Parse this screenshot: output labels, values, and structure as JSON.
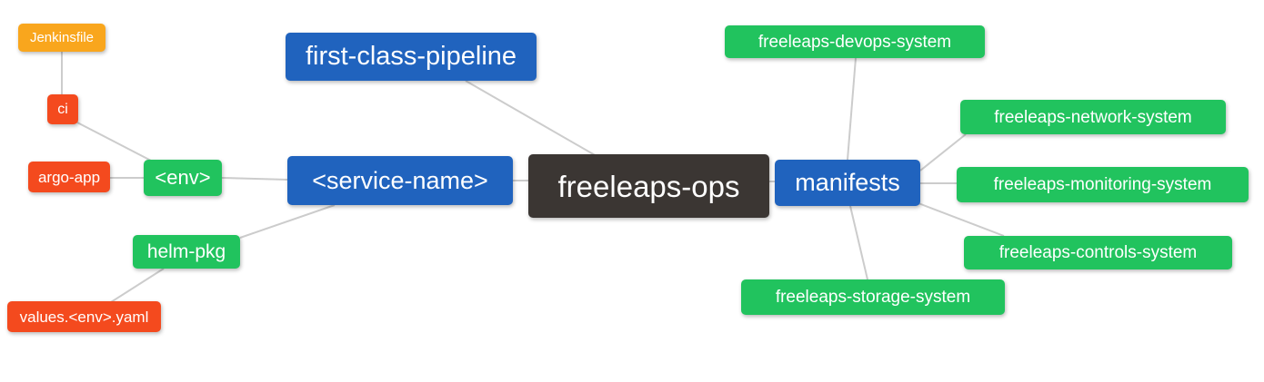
{
  "colors": {
    "root_node": "#3B3633",
    "primary_branch": "#2063BE",
    "secondary_branch": "#21C35E",
    "leaf_red": "#F44A1E",
    "leaf_orange": "#F9A61D",
    "edge_line": "#CCCCCC",
    "node_text": "#FFFFFF",
    "background": "#FFFFFF"
  },
  "mindmap": {
    "root": {
      "label": "freeleaps-ops"
    },
    "nodes": {
      "jenkinsfile": {
        "label": "Jenkinsfile"
      },
      "ci": {
        "label": "ci"
      },
      "argo_app": {
        "label": "argo-app"
      },
      "env": {
        "label": "<env>"
      },
      "first_class_pipeline": {
        "label": "first-class-pipeline"
      },
      "service_name": {
        "label": "<service-name>"
      },
      "manifests": {
        "label": "manifests"
      },
      "helm_pkg": {
        "label": "helm-pkg"
      },
      "values_env_yaml": {
        "label": "values.<env>.yaml"
      },
      "devops_system": {
        "label": "freeleaps-devops-system"
      },
      "network_system": {
        "label": "freeleaps-network-system"
      },
      "monitoring_system": {
        "label": "freeleaps-monitoring-system"
      },
      "controls_system": {
        "label": "freeleaps-controls-system"
      },
      "storage_system": {
        "label": "freeleaps-storage-system"
      }
    },
    "edges": [
      [
        "jenkinsfile",
        "ci"
      ],
      [
        "ci",
        "env"
      ],
      [
        "argo_app",
        "env"
      ],
      [
        "env",
        "service_name"
      ],
      [
        "helm_pkg",
        "service_name"
      ],
      [
        "values_env_yaml",
        "helm_pkg"
      ],
      [
        "first_class_pipeline",
        "freeleaps-ops"
      ],
      [
        "service_name",
        "freeleaps-ops"
      ],
      [
        "freeleaps-ops",
        "manifests"
      ],
      [
        "manifests",
        "devops_system"
      ],
      [
        "manifests",
        "network_system"
      ],
      [
        "manifests",
        "monitoring_system"
      ],
      [
        "manifests",
        "controls_system"
      ],
      [
        "manifests",
        "storage_system"
      ]
    ]
  }
}
